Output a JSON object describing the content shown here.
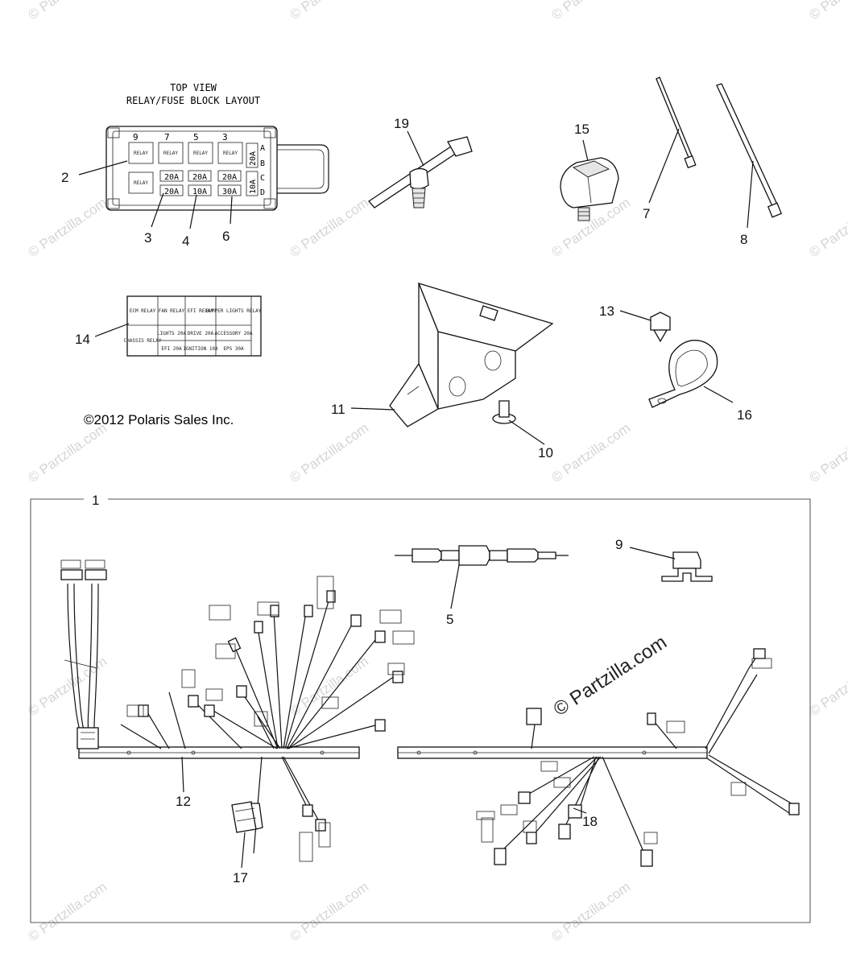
{
  "relay_block": {
    "title_line1": "TOP VIEW",
    "title_line2": "RELAY/FUSE BLOCK LAYOUT",
    "slot_numbers": [
      "9",
      "7",
      "5",
      "3"
    ],
    "row_letters": [
      "A",
      "B",
      "C",
      "D"
    ],
    "relay_label": "RELAY",
    "fuses_row2": [
      "20A",
      "20A",
      "20A"
    ],
    "fuses_row3": [
      "20A",
      "10A",
      "30A"
    ],
    "side_fuse_top": "20A",
    "side_fuse_bottom": "10A"
  },
  "decal": {
    "cells": [
      "ECM RELAY",
      "FAN RELAY",
      "EFI RELAY",
      "BUMPER LIGHTS RELAY",
      "CHASSIS RELAY",
      "LIGHTS 20A",
      "DRIVE 20A",
      "ACCESSORY 20A",
      "EFI 20A",
      "IGNITION 10A",
      "EPS 30A"
    ]
  },
  "copyright": "©2012 Polaris Sales Inc.",
  "watermark": "© Partzilla.com",
  "callouts": {
    "c1": "1",
    "c2": "2",
    "c3": "3",
    "c4": "4",
    "c5": "5",
    "c6": "6",
    "c7": "7",
    "c8": "8",
    "c9": "9",
    "c10": "10",
    "c11": "11",
    "c12": "12",
    "c13": "13",
    "c14": "14",
    "c15": "15",
    "c16": "16",
    "c17": "17",
    "c18": "18",
    "c19": "19"
  }
}
